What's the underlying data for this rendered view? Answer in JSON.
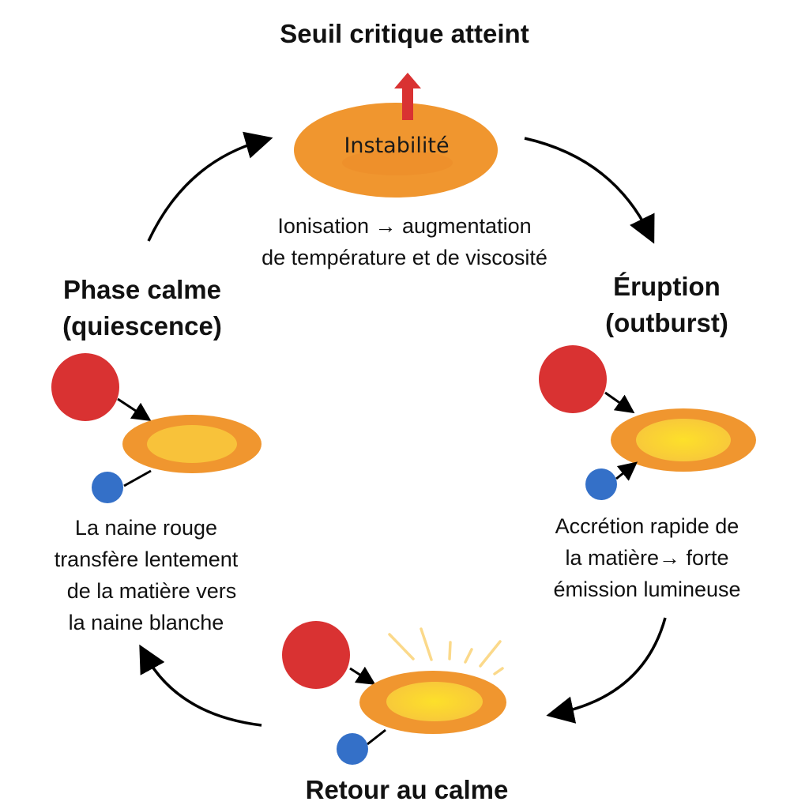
{
  "diagram": {
    "title": "Cycle d'une nova naine",
    "colors": {
      "red_dwarf": "#d93232",
      "white_dwarf": "#3470c8",
      "disk_outer": "#f0962f",
      "disk_inner_calm": "#f8c23a",
      "disk_inner_bright": "#fddc2c",
      "rays": "#fbd98a",
      "threshold_arrow": "#d93232",
      "arrows": "#000000"
    },
    "top": {
      "heading": "Seuil critique atteint",
      "disk_label": "Instabilité",
      "description_lines": [
        "Ionisation → augmentation",
        "de température et de viscosité"
      ]
    },
    "left": {
      "heading_lines": [
        "Phase calme",
        "(quiescence)"
      ],
      "description_lines": [
        "La naine rouge",
        "transfère lentement",
        "de la matière vers",
        "la naine blanche"
      ]
    },
    "right": {
      "heading_lines": [
        "Éruption",
        "(outburst)"
      ],
      "description_lines": [
        "Accrétion rapide de",
        "la matière→ forte",
        "émission lumineuse"
      ]
    },
    "bottom": {
      "heading": "Retour au calme"
    },
    "cycle_order": [
      "Phase calme (quiescence)",
      "Instabilité",
      "Éruption (outburst)",
      "Retour au calme"
    ]
  }
}
